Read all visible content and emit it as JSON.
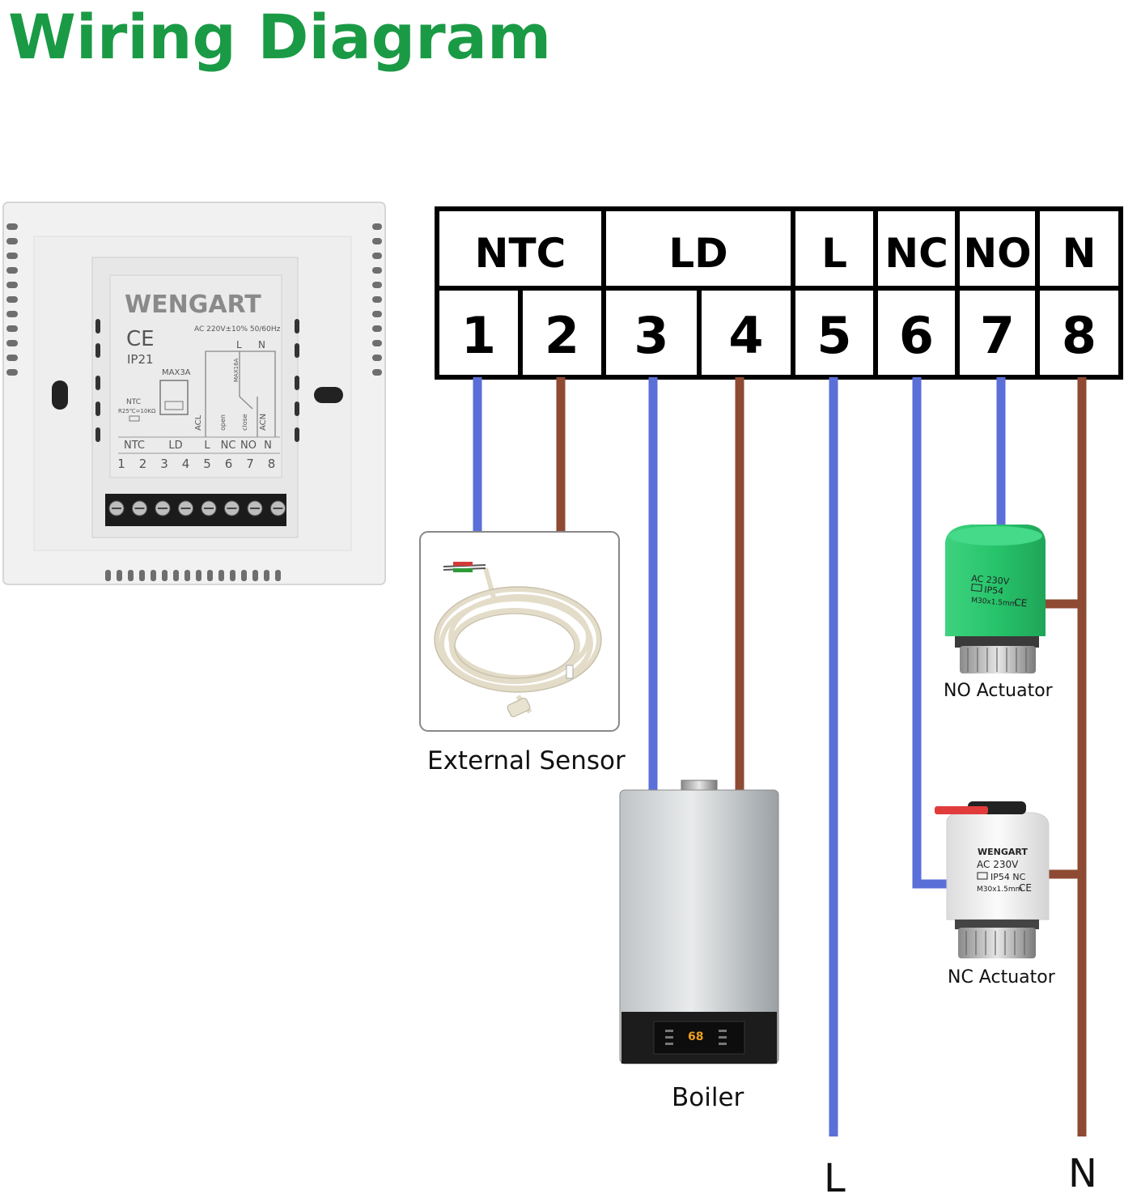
{
  "title": "Wiring Diagram",
  "colors": {
    "title": "#1a9a45",
    "wire_blue": "#5a6fd8",
    "wire_brown": "#8e4a32",
    "terminal_border": "#000000",
    "no_actuator": "#2ecc71",
    "nc_actuator": "#f2f2f2",
    "nc_cap": "#e23b3b"
  },
  "terminal_block": {
    "groups": [
      {
        "label": "NTC",
        "terminals": [
          "1",
          "2"
        ]
      },
      {
        "label": "LD",
        "terminals": [
          "3",
          "4"
        ]
      },
      {
        "label": "L",
        "terminals": [
          "5"
        ]
      },
      {
        "label": "NC",
        "terminals": [
          "6"
        ]
      },
      {
        "label": "NO",
        "terminals": [
          "7"
        ]
      },
      {
        "label": "N",
        "terminals": [
          "8"
        ]
      }
    ]
  },
  "thermostat_back": {
    "brand": "WENGART",
    "ce_mark": "CE",
    "ip_rating": "IP21",
    "rating": "AC 220V±10% 50/60Hz",
    "max_load": "MAX3A",
    "relay_max": "MAX16A",
    "ntc_spec": "NTC",
    "ntc_value": "R25℃=10KΩ",
    "switch_labels": [
      "ACL",
      "open",
      "close",
      "ACN"
    ],
    "top_labels": [
      "L",
      "N"
    ],
    "terminal_labels": [
      "NTC",
      "LD",
      "L",
      "NC",
      "NO",
      "N"
    ],
    "terminal_numbers": [
      "1",
      "2",
      "3",
      "4",
      "5",
      "6",
      "7",
      "8"
    ]
  },
  "components": {
    "external_sensor": {
      "label": "External Sensor"
    },
    "boiler": {
      "label": "Boiler",
      "display": "68"
    },
    "no_actuator": {
      "label": "NO Actuator",
      "text": [
        "AC 230V",
        "IP54",
        "M30x1.5mm"
      ],
      "mark": "CE"
    },
    "nc_actuator": {
      "label": "NC Actuator",
      "brand": "WENGART",
      "text": [
        "AC 230V",
        "IP54 NC",
        "M30x1.5mm"
      ],
      "mark": "CE"
    }
  },
  "wire_ends": {
    "left": "L",
    "right": "N"
  }
}
